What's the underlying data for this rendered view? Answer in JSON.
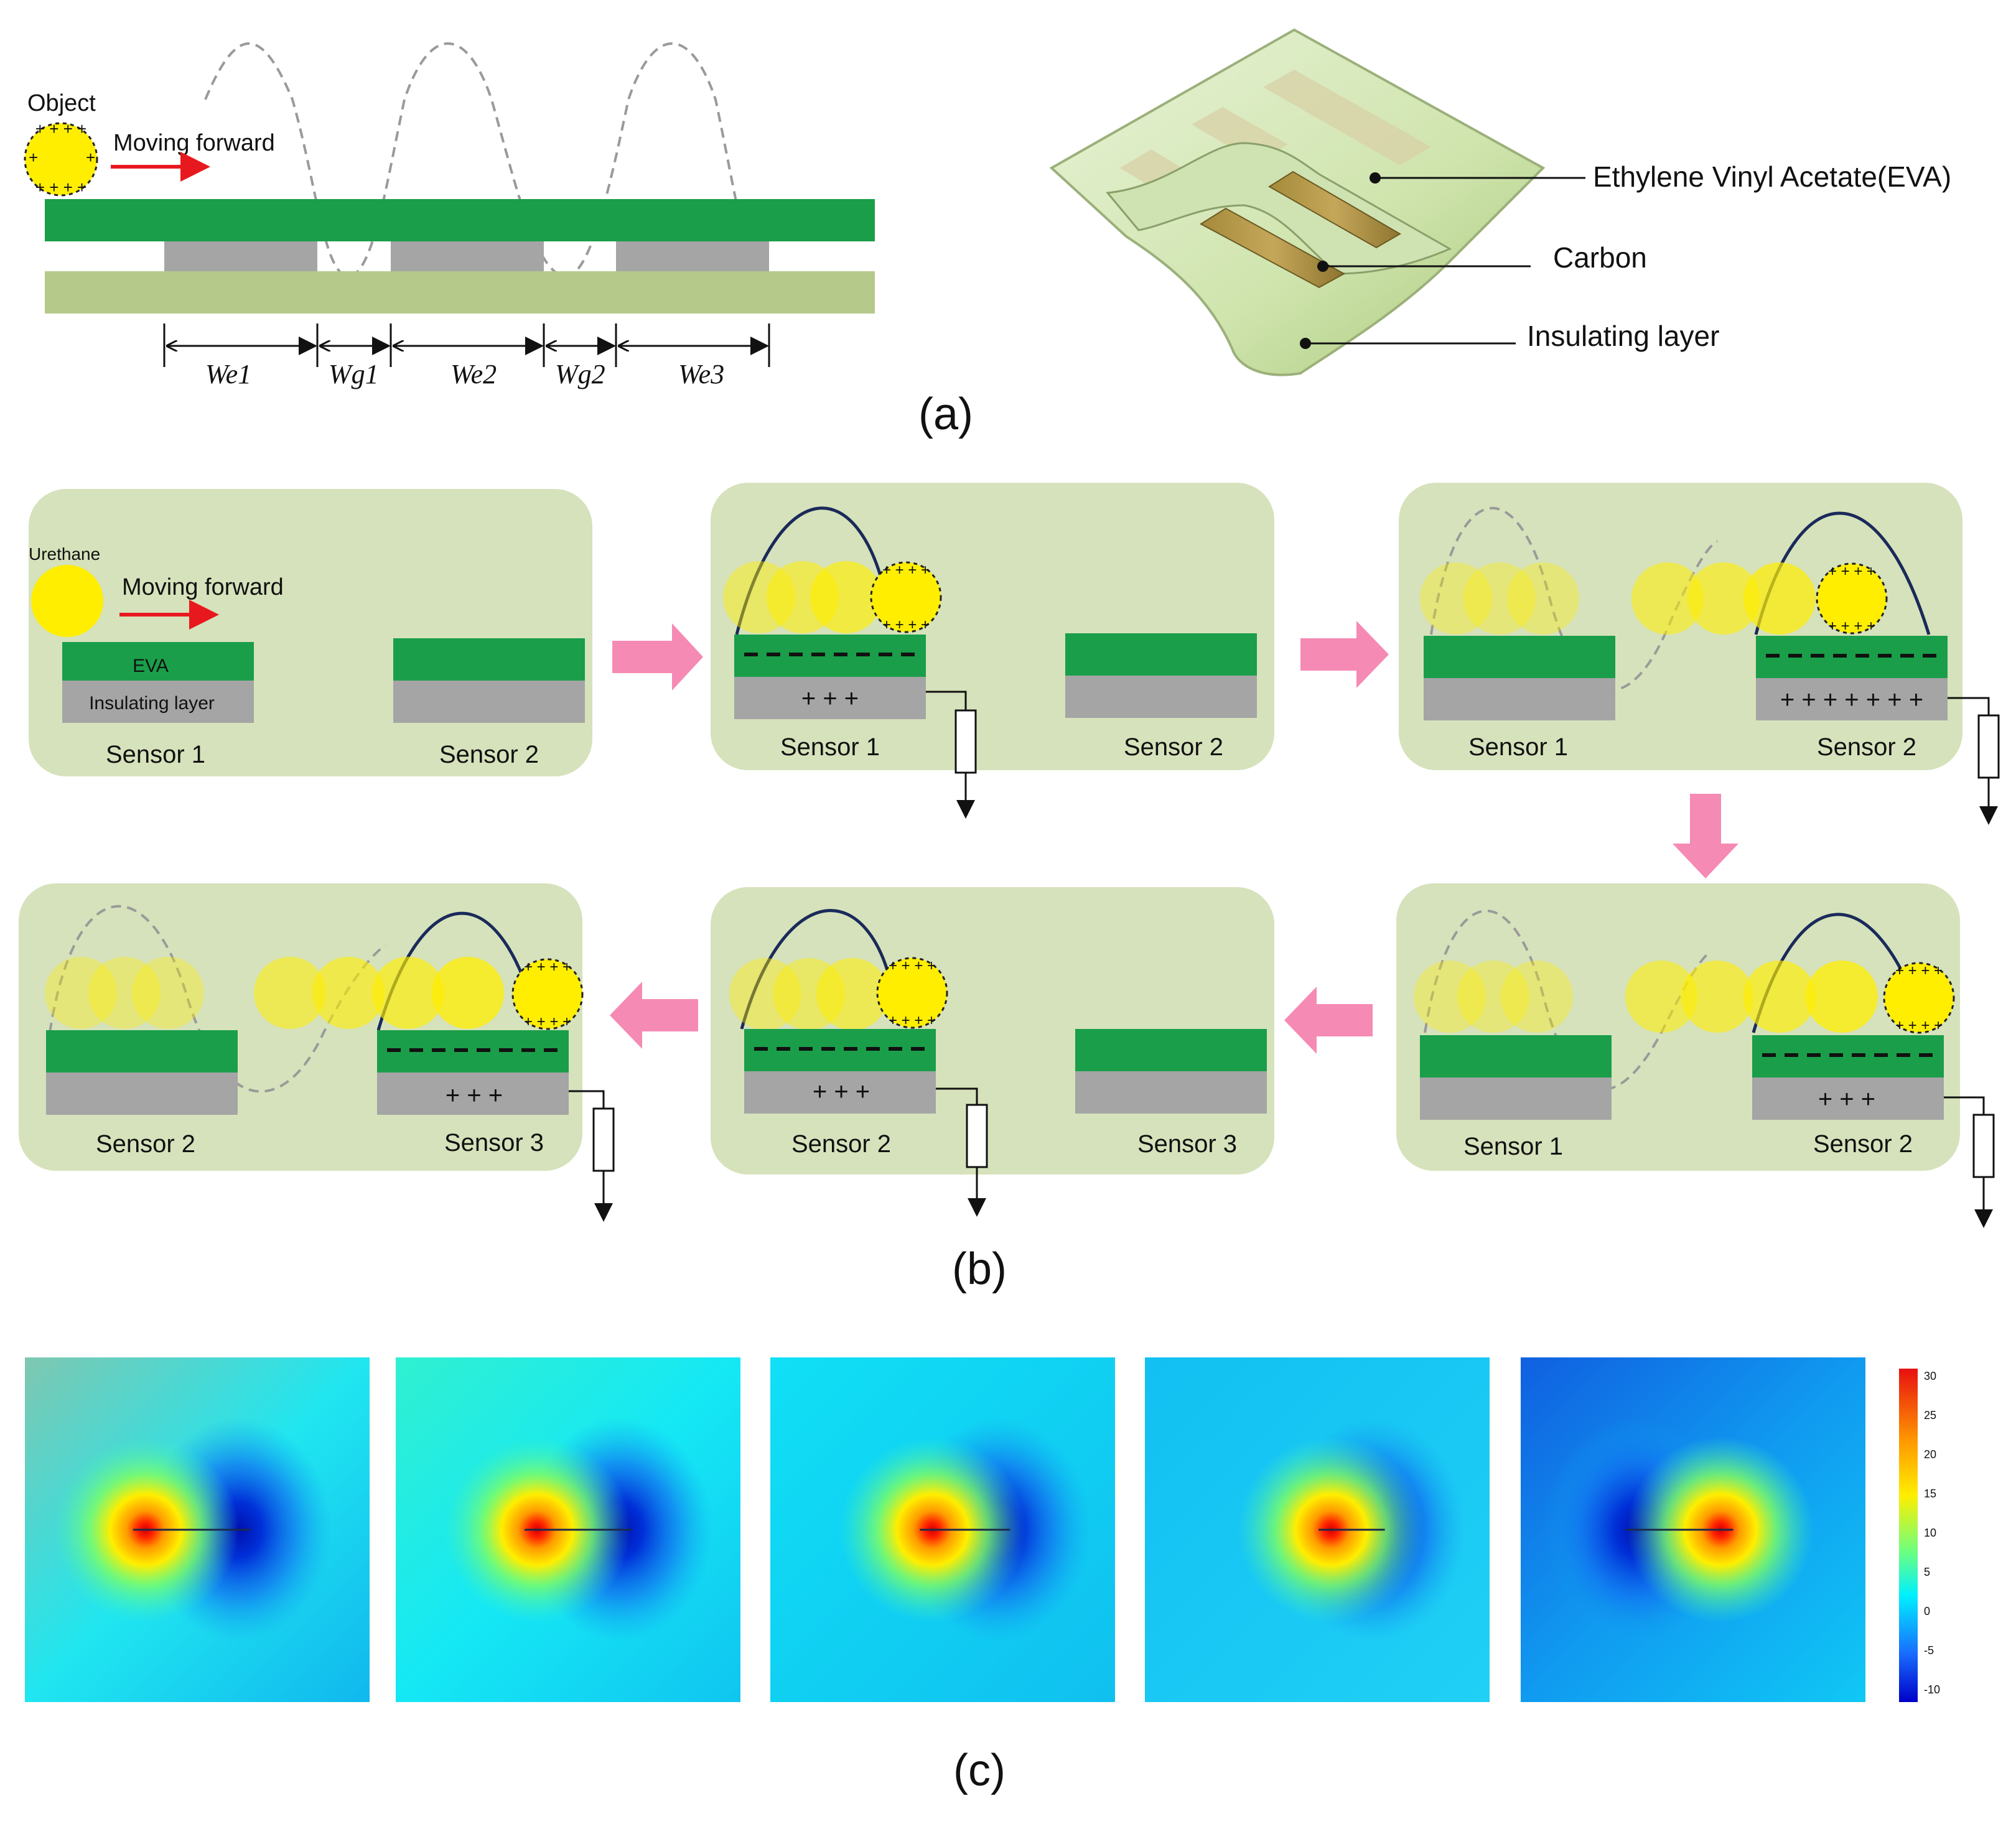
{
  "panel_a": {
    "object_label": "Object",
    "moving_label": "Moving forward",
    "widths": [
      "We1",
      "Wg1",
      "We2",
      "Wg2",
      "We3"
    ],
    "eva_label": "Ethylene Vinyl Acetate(EVA)",
    "carbon_label": "Carbon",
    "insulating_label": "Insulating layer",
    "caption": "(a)"
  },
  "panel_b": {
    "urethane_label": "Urethane",
    "moving_label": "Moving forward",
    "eva_label": "EVA",
    "insulating_label": "Insulating layer",
    "sensor1": "Sensor 1",
    "sensor2": "Sensor 2",
    "sensor3": "Sensor 3",
    "plus3": "+ + +",
    "plus7": "+ + + + + + +",
    "caption": "(b)"
  },
  "panel_c": {
    "colorbar_ticks": [
      "30",
      "25",
      "20",
      "15",
      "10",
      "5",
      "0",
      "-5",
      "-10"
    ],
    "field_maps": [
      {
        "positive_x": 0.35,
        "negative_x": 0.62
      },
      {
        "positive_x": 0.41,
        "negative_x": 0.65
      },
      {
        "positive_x": 0.47,
        "negative_x": 0.66
      },
      {
        "positive_x": 0.54,
        "negative_x": 0.66
      },
      {
        "positive_x": 0.58,
        "negative_x": 0.34
      }
    ],
    "caption": "(c)"
  },
  "colors": {
    "eva_green": "#1a9e4a",
    "light_green": "#b5c98a",
    "panel_bg": "#d6e2bb",
    "gray": "#a5a5a5",
    "yellow": "#ffee00",
    "arrow_pink": "#f58ab4",
    "arrow_red": "#e8191e"
  }
}
